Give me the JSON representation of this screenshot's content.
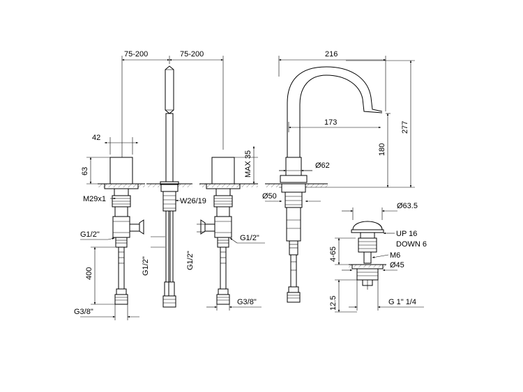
{
  "labels": {
    "w_left": "75-200",
    "w_right": "75-200",
    "w_total": "216",
    "h_total": "277",
    "d_173": "173",
    "d_180": "180",
    "d_42": "42",
    "d_63": "63",
    "max35": "MAX 35",
    "d62": "Ø62",
    "d50": "Ø50",
    "m29": "M29x1",
    "w26": "W26/19",
    "g12_left": "G1/2\"",
    "g12_right": "G1/2\"",
    "g12_vert_a": "G1/2\"",
    "g12_vert_b": "G1/2\"",
    "d400": "400",
    "g38_left": "G3/8\"",
    "g38_right": "G3/8\"",
    "d63_5": "Ø63.5",
    "up16": "UP 16",
    "down6": "DOWN 6",
    "d4_65": "4-65",
    "m6": "M6",
    "d45": "Ø45",
    "d12_5": "12.5",
    "g1_1_4": "G 1\" 1/4"
  }
}
